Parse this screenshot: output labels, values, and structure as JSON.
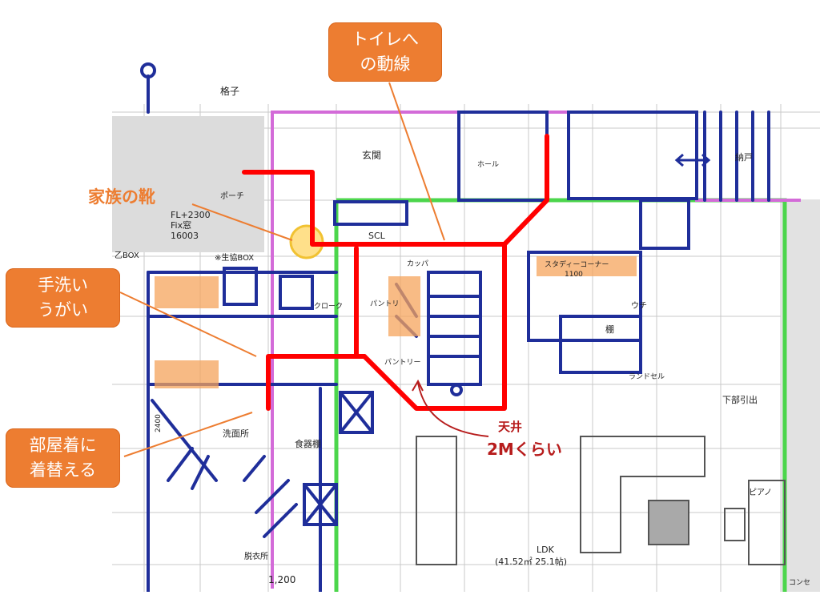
{
  "callouts": {
    "toilet_route": "トイレへ\nの動線",
    "handwash": "手洗い\nうがい",
    "change": "部屋着に\n着替える"
  },
  "labels": {
    "family_shoes": "家族の靴",
    "lattice": "格子",
    "entrance": "玄関",
    "porch": "ポーチ",
    "fl_line1": "FL+2300",
    "fl_line2": "Fix窓",
    "fl_line3": "16003",
    "box_left": "乙BOX",
    "box_note": "※生協BOX",
    "scl": "SCL",
    "kappa": "カッパ",
    "pantry1": "パントリ",
    "pantry2": "パントリー",
    "cloak": "クローク",
    "hall": "ホール",
    "storage": "納戸",
    "study": "スタディーコーナー",
    "study_num": "1100",
    "shelf": "棚",
    "study_sub": "ウチ",
    "randsel": "ランドセル",
    "lower_slide": "下部引出",
    "ceiling_note_1": "天井",
    "ceiling_note_2": "2Mくらい",
    "washroom": "洗面所",
    "dish_shelf": "食器棚",
    "ldk": "LDK",
    "ldk_area": "(41.52㎡ 25.1帖)",
    "piano": "ピアノ",
    "konsen": "コンセ",
    "dim_1200": "1,200",
    "dim_2400": "2400",
    "dressing": "脱衣所"
  },
  "colors": {
    "callout": "#ED7D31",
    "route": "#FF0000",
    "wall": "#1F2E9A",
    "green": "#4CD64C",
    "magenta": "#D36BD8"
  }
}
